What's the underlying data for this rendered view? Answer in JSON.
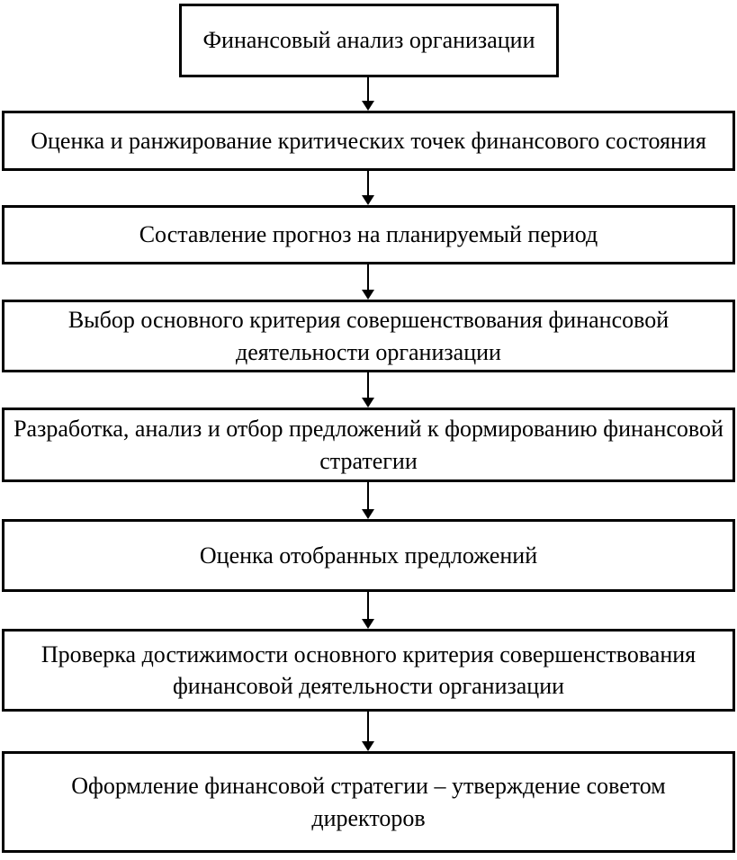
{
  "diagram": {
    "type": "flowchart",
    "direction": "top-down",
    "box_border_color": "#000000",
    "box_fill_color": "#ffffff",
    "text_color": "#000000",
    "steps": [
      {
        "label": "Финансовый анализ организации"
      },
      {
        "label": "Оценка и ранжирование критических точек финансового состояния"
      },
      {
        "label": "Составление прогноз на планируемый период"
      },
      {
        "label": "Выбор основного критерия совершенствования финансовой\nдеятельности организации"
      },
      {
        "label": "Разработка, анализ и отбор предложений к формированию финансовой\nстратегии"
      },
      {
        "label": "Оценка отобранных предложений"
      },
      {
        "label": "Проверка достижимости основного критерия совершенствования\nфинансовой деятельности организации"
      },
      {
        "label": "Оформление финансовой стратегии – утверждение советом директоров"
      }
    ]
  }
}
